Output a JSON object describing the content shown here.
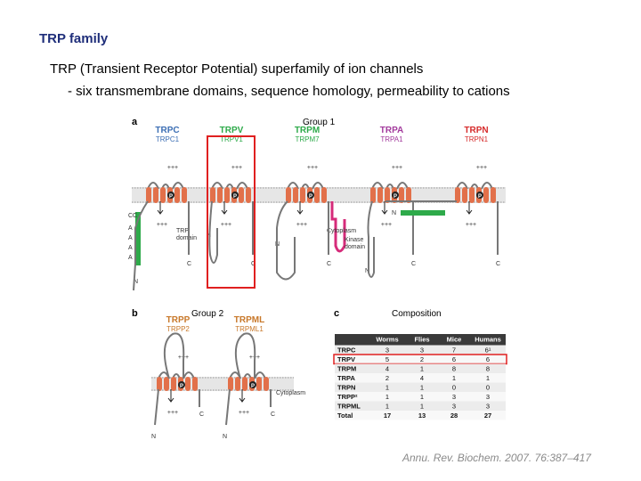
{
  "title": "TRP family",
  "subtitle_line1": "TRP (Transient Receptor Potential) superfamily of ion channels",
  "subtitle_line2": "- six transmembrane domains, sequence homology, permeability to cations",
  "citation": "Annu. Rev. Biochem. 2007. 76:387–417",
  "figure": {
    "panel_a": "a",
    "panel_b": "b",
    "panel_c": "c",
    "group1_label": "Group 1",
    "group2_label": "Group 2",
    "composition_label": "Composition",
    "channels_group1": [
      {
        "family": "TRPC",
        "member": "TRPC1",
        "color": "#3d6fb4"
      },
      {
        "family": "TRPV",
        "member": "TRPV1",
        "color": "#2eaa4a"
      },
      {
        "family": "TRPM",
        "member": "TRPM7",
        "color": "#2eaa4a"
      },
      {
        "family": "TRPA",
        "member": "TRPA1",
        "color": "#a23a9c"
      },
      {
        "family": "TRPN",
        "member": "TRPN1",
        "color": "#d62b2b"
      }
    ],
    "channels_group2": [
      {
        "family": "TRPP",
        "member": "TRPP2",
        "color": "#c8782a"
      },
      {
        "family": "TRPML",
        "member": "TRPML1",
        "color": "#c8782a"
      }
    ],
    "labels": {
      "plus": "+++",
      "p": "P",
      "n": "N",
      "c": "C",
      "cc": "CC",
      "a": "A",
      "trp_domain_1": "TRP",
      "trp_domain_2": "domain",
      "cytoplasm": "Cytoplasm",
      "kinase_1": "Kinase",
      "kinase_2": "domain"
    },
    "highlight_color": "#e02020"
  },
  "composition_table": {
    "headers": [
      "",
      "Worms",
      "Flies",
      "Mice",
      "Humans"
    ],
    "rows": [
      [
        "TRPC",
        "3",
        "3",
        "7",
        "6¹"
      ],
      [
        "TRPV",
        "5",
        "2",
        "6",
        "6"
      ],
      [
        "TRPM",
        "4",
        "1",
        "8",
        "8"
      ],
      [
        "TRPA",
        "2",
        "4",
        "1",
        "1"
      ],
      [
        "TRPN",
        "1",
        "1",
        "0",
        "0"
      ],
      [
        "TRPP²",
        "1",
        "1",
        "3",
        "3"
      ],
      [
        "TRPML",
        "1",
        "1",
        "3",
        "3"
      ],
      [
        "Total",
        "17",
        "13",
        "28",
        "27"
      ]
    ],
    "highlight_row": 1
  }
}
